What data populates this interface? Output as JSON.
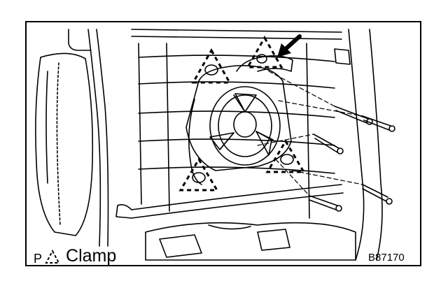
{
  "legend": {
    "marker": "P",
    "icon": "dashed-triangle-icon",
    "label": "Clamp"
  },
  "figure_code": "B87170",
  "colors": {
    "ink": "#000000",
    "paper": "#ffffff"
  }
}
